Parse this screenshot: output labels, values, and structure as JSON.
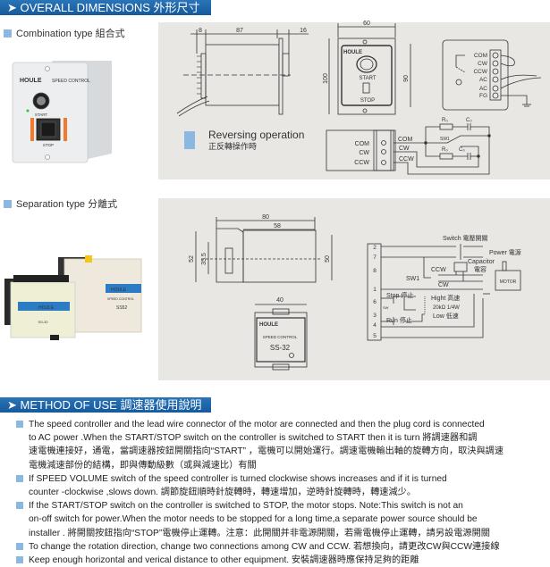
{
  "sections": {
    "dimensions_title": "➤ OVERALL DIMENSIONS  外形尺寸",
    "method_title": "➤ METHOD OF USE  調速器使用說明"
  },
  "combination": {
    "label": "Combination type 組合式",
    "photo": {
      "brand": "HOULE",
      "product": "SPEED CONTROL",
      "start": "START",
      "stop": "STOP"
    },
    "side_dims": {
      "d1": "8",
      "d2": "87",
      "d3": "16"
    },
    "front": {
      "width": "60",
      "height_outer": "100",
      "height_inner": "90",
      "brand": "HOULE",
      "start": "START",
      "stop": "STOP"
    },
    "terminals": [
      "COM",
      "CW",
      "CCW",
      "AC",
      "AC",
      "FG"
    ],
    "reversing": {
      "title": "Reversing operation",
      "subtitle": "正反轉操作時",
      "left_labels": [
        "COM",
        "CW",
        "CCW"
      ],
      "right_labels": [
        "COM",
        "CW",
        "CCW"
      ],
      "r0": "R₀",
      "c0": "C₀",
      "sw1": "SW1"
    }
  },
  "separation": {
    "label": "Separation type 分離式",
    "photo": {
      "brand": "HOULE",
      "model_a": "SS-32",
      "model_b": "SS52",
      "product": "SPEED CONTROL"
    },
    "side_dims": {
      "w_total": "80",
      "w_body": "58",
      "h_total": "52",
      "h_socket": "35.5",
      "h_body": "50"
    },
    "front": {
      "width": "40",
      "brand": "HOULE",
      "product": "SPEED CONTROL",
      "model": "SS-32"
    },
    "wiring": {
      "pins": [
        "2",
        "7",
        "8",
        "1",
        "6",
        "3",
        "4",
        "5"
      ],
      "switch": "Switch 電壓開關",
      "power": "Power 電源",
      "capacitor": "Capacitor",
      "capacitor_zh": "電容",
      "ccw": "CCW",
      "cw": "CW",
      "sw1": "SW1",
      "motor": "MOTOR",
      "stop": "Stop 停止",
      "run": "Run 停止",
      "sw": "SW",
      "high": "Hight 高速",
      "resistor": "20kΩ 1/4W",
      "low": "Low 低速"
    }
  },
  "method": [
    {
      "lines": [
        "The speed controller and the lead wire connector of the motor are connected and then the plug cord is connected",
        "to AC power .When the START/STOP switch on the controller is switched to START  then it is turn  將調速器和調",
        "速電機連接好，通電，當調速器按鈕開關指向“START” ，電機可以開始運行。調速電機輸出軸的旋轉方向，取決與調速",
        "電機減速部份的結構，即與傳動級數（或與減速比）有關"
      ]
    },
    {
      "lines": [
        "If SPEED VOLUME switch of the speed controller is turned clockwise  shows increases and if it is turned",
        "counter -clockwise ,slows down. 調節旋鈕順時針旋轉時，轉速增加，逆時針旋轉時，轉速減少。"
      ]
    },
    {
      "lines": [
        "If the START/STOP switch on the controller is switched to STOP,  the motor stops.  Note:This switch is not an",
        "on-off switch for power.When the motor needs to be stopped for a long time,a separate power source should be",
        "installer . 將開關按鈕指向“STOP”電機停止運轉。注意：此開關并非電源開關，若需電機停止運轉，請另設電源開關"
      ]
    },
    {
      "lines": [
        "To change the rotation direction, change two connections among CW and CCW. 若想換向，請更改CW與CCW連接線"
      ]
    },
    {
      "lines": [
        "Keep enough horizontal and verical distance to other equipment. 安裝調速器時應保持足夠的距離"
      ]
    }
  ],
  "colors": {
    "header": "#1c62a6",
    "bullet": "#8ab8e0",
    "panel": "#e9e7e4"
  }
}
